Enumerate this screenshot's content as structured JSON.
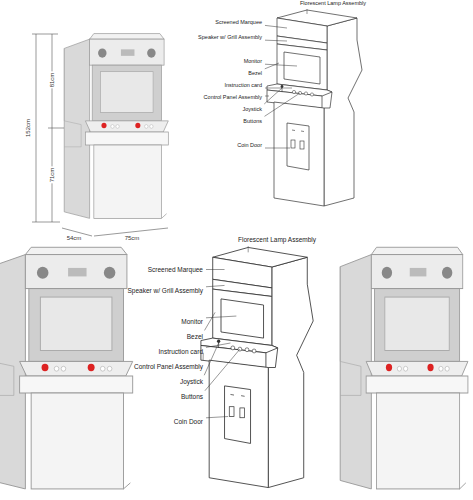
{
  "diagram": {
    "labels": [
      "81cm",
      "152cm",
      "71cm",
      "54cm",
      "75cm",
      "Florescent Lamp Assembly",
      "Screened Marquee",
      "Speaker w/ Grill Assembly",
      "Monitor",
      "Bezel",
      "Instruction card",
      "Control Panel Assembly",
      "Joystick",
      "Buttons",
      "Coin Door",
      "Florescent Lamp Assembly",
      "Screened Marquee",
      "Speaker w/ Grill Assembly",
      "Monitor",
      "Bezel",
      "Instruction card",
      "Control Panel Assembly",
      "Joystick",
      "Buttons",
      "Coin Door"
    ]
  }
}
